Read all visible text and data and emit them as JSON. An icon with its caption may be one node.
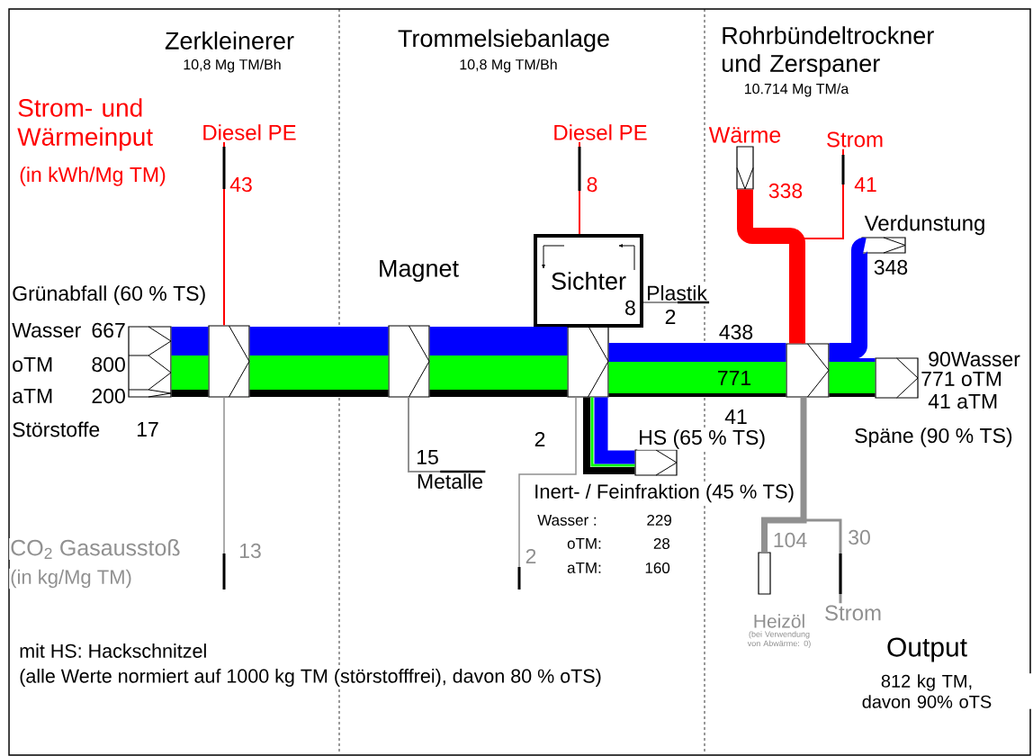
{
  "diagram": {
    "nodes": [
      {
        "text": [],
        "shape": "box",
        "beside": [
          "Grünabfall (60 % TS)",
          "Wasser",
          "667",
          "oTM",
          "800",
          "aTM",
          "200",
          "Störstoffe",
          "17"
        ]
      },
      {
        "text": [],
        "shape": "box"
      },
      {
        "text": [],
        "shape": "box",
        "beside": [
          "Magnet"
        ]
      },
      {
        "text": [],
        "shape": "box"
      },
      {
        "text": [
          "Sichter"
        ]
      },
      {
        "text": [],
        "shape": "box"
      },
      {
        "text": [],
        "shape": "box",
        "beside": [
          "90Wasser",
          "771 oTM",
          "41 aTM",
          "Späne (90 % TS)"
        ]
      },
      {
        "text": [],
        "shape": "box",
        "beside": [
          "Verdunstung"
        ]
      },
      {
        "text": [],
        "shape": "box",
        "beside": [
          "HS (65 % TS)"
        ]
      },
      {
        "text": [],
        "shape": "box",
        "beside": [
          "Wärme"
        ]
      },
      {
        "text": [],
        "shape": "box",
        "beside": [
          "Heizöl",
          "(bei Verwendung von Abwärme: 0)"
        ]
      },
      {
        "text": [
          "Diesel PE"
        ]
      },
      {
        "text": [
          "Diesel PE"
        ]
      },
      {
        "text": [
          "Strom"
        ]
      },
      {
        "text": [
          "Metalle"
        ]
      },
      {
        "text": [
          "Plastik"
        ]
      },
      {
        "text": [
          "Strom"
        ]
      }
    ],
    "edges": [
      {
        "from": 0,
        "to": 1,
        "arrow": "none",
        "style": "thick",
        "color": "#00ff00"
      },
      {
        "from": 1,
        "to": 2,
        "arrow": "none",
        "style": "thick",
        "color": "#00ff00"
      },
      {
        "from": 2,
        "to": 3,
        "arrow": "none",
        "style": "thick",
        "color": "#00ff00"
      },
      {
        "from": 3,
        "to": 5,
        "arrow": "none",
        "style": "thick",
        "color": "#00ff00"
      },
      {
        "from": 5,
        "to": 6,
        "arrow": "none",
        "style": "thick",
        "color": "#00ff00"
      },
      {
        "from": 3,
        "to": 8,
        "arrow": "none",
        "color": "#000000"
      },
      {
        "from": 11,
        "to": 1,
        "arrow": "none",
        "label": "43",
        "color": "#ff0000"
      },
      {
        "from": 12,
        "to": 4,
        "arrow": "none",
        "label": "8",
        "color": "#ff0000"
      },
      {
        "from": 9,
        "to": 5,
        "arrow": "none",
        "label": "338",
        "style": "thick",
        "color": "#ff0000"
      },
      {
        "from": 13,
        "to": 5,
        "arrow": "none",
        "label": "41",
        "color": "#ff0000"
      },
      {
        "from": 5,
        "to": 7,
        "arrow": "none",
        "label": "348",
        "style": "thick",
        "color": "#0000ff"
      },
      {
        "from": 1,
        "to": null,
        "arrow": "none",
        "label": "13",
        "color": "#909090"
      },
      {
        "from": 2,
        "to": 14,
        "arrow": "none",
        "label": "15",
        "color": "#909090"
      },
      {
        "from": 3,
        "to": null,
        "arrow": "none",
        "label": "2",
        "color": "#909090"
      },
      {
        "from": 4,
        "to": 15,
        "arrow": "none",
        "label": "2",
        "color": "#909090"
      },
      {
        "from": 5,
        "to": 10,
        "arrow": "none",
        "label": "104",
        "color": "#909090"
      },
      {
        "from": 5,
        "to": 16,
        "arrow": "none",
        "label": "30",
        "color": "#909090"
      }
    ],
    "labels": [
      "Zerkleinerer",
      "10,8 Mg TM/Bh",
      "Trommelsiebanlage",
      "10,8 Mg TM/Bh",
      "Rohrbündeltrockner und Zerspaner",
      "10.714 Mg TM/a",
      "Strom- und Wärmeinput",
      "(in kWh/Mg TM)",
      "8",
      "2",
      "438",
      "771",
      "41",
      "Inert- / Feinfraktion (45 % TS)",
      "Wasser :",
      "229",
      "oTM:",
      "28",
      "aTM:",
      "160",
      "CO$_{2}$ Gasausstoß",
      "(in kg/Mg TM)",
      "mit HS: Hackschnitzel",
      "(alle Werte normiert auf 1000 kg TM (störstofffrei), davon 80 % oTS)",
      "Output",
      "812 kg TM, davon 90% oTS"
    ]
  }
}
